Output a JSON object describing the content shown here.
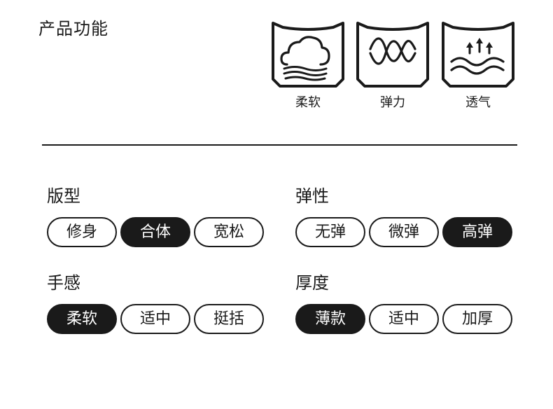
{
  "header": {
    "title": "产品功能"
  },
  "features": [
    {
      "icon": "cloud-soft-icon",
      "label": "柔软"
    },
    {
      "icon": "wave-elastic-icon",
      "label": "弹力"
    },
    {
      "icon": "breathable-arrows-icon",
      "label": "透气"
    }
  ],
  "attributes": {
    "fit": {
      "title": "版型",
      "options": [
        "修身",
        "合体",
        "宽松"
      ],
      "selected": "合体"
    },
    "elasticity": {
      "title": "弹性",
      "options": [
        "无弹",
        "微弹",
        "高弹"
      ],
      "selected": "高弹"
    },
    "feel": {
      "title": "手感",
      "options": [
        "柔软",
        "适中",
        "挺括"
      ],
      "selected": "柔软"
    },
    "thickness": {
      "title": "厚度",
      "options": [
        "薄款",
        "适中",
        "加厚"
      ],
      "selected": "薄款"
    }
  },
  "colors": {
    "ink": "#1a1a1a",
    "background": "#ffffff"
  }
}
